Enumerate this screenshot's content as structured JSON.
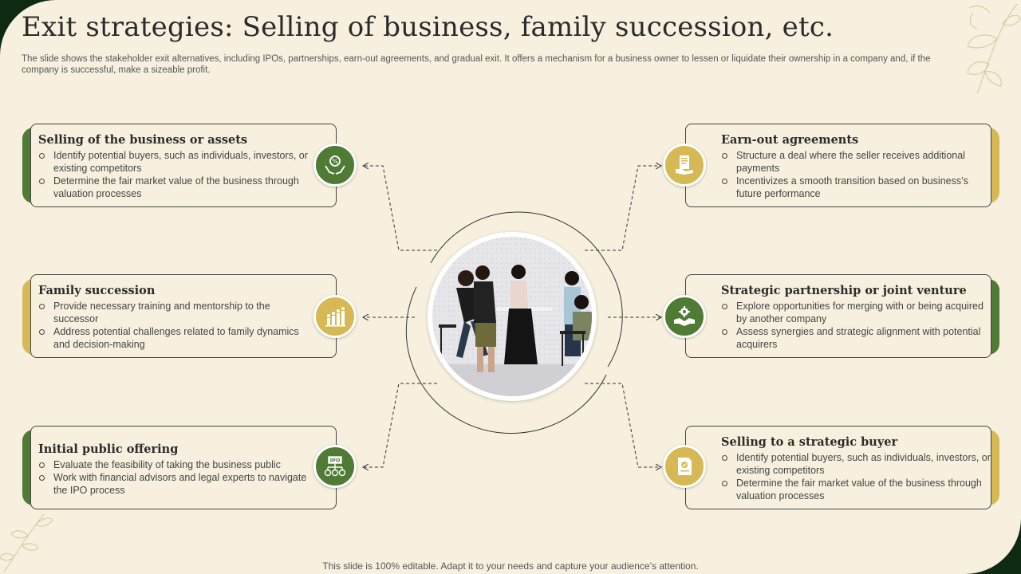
{
  "slide": {
    "title": "Exit strategies: Selling of business, family succession, etc.",
    "subtitle": "The slide shows the stakeholder exit alternatives, including IPOs, partnerships, earn-out agreements, and gradual exit. It offers a mechanism for a business owner to lessen or liquidate their ownership in a company and, if the company is successful, make a sizeable profit.",
    "footer": "This slide is 100% editable. Adapt it to your needs and capture your audience’s attention."
  },
  "colors": {
    "background": "#f7f0df",
    "green": "#4f7b35",
    "gold": "#d6b955",
    "dark_border": "#0f2a12"
  },
  "cards": {
    "left": [
      {
        "title": "Selling of the business or assets",
        "bullets": [
          "Identify potential buyers, such as individuals, investors, or existing competitors",
          "Determine the fair market value of the business through valuation processes"
        ],
        "icon": "percent-hands-icon",
        "accent": "green"
      },
      {
        "title": "Family succession",
        "bullets": [
          "Provide necessary training and mentorship to the successor",
          "Address potential challenges related to family dynamics and decision-making"
        ],
        "icon": "people-growth-icon",
        "accent": "gold"
      },
      {
        "title": "Initial public offering",
        "bullets": [
          "Evaluate the feasibility of taking the business public",
          "Work with financial advisors and legal experts to navigate the IPO process"
        ],
        "icon": "ipo-icon",
        "icon_label": "IPO",
        "accent": "green"
      }
    ],
    "right": [
      {
        "title": "Earn-out agreements",
        "bullets": [
          "Structure a deal where the seller receives additional payments",
          "Incentivizes a smooth transition based on business’s future performance"
        ],
        "icon": "contract-hand-icon",
        "accent": "gold"
      },
      {
        "title": "Strategic partnership or joint venture",
        "bullets": [
          "Explore opportunities for merging with or being acquired by another company",
          "Assess synergies and strategic alignment with potential acquirers"
        ],
        "icon": "gear-handshake-icon",
        "accent": "green"
      },
      {
        "title": "Selling to a strategic buyer",
        "bullets": [
          "Identify potential buyers, such as individuals, investors, or existing competitors",
          "Determine the fair market value of the business through valuation processes"
        ],
        "icon": "document-check-icon",
        "accent": "gold"
      }
    ]
  }
}
